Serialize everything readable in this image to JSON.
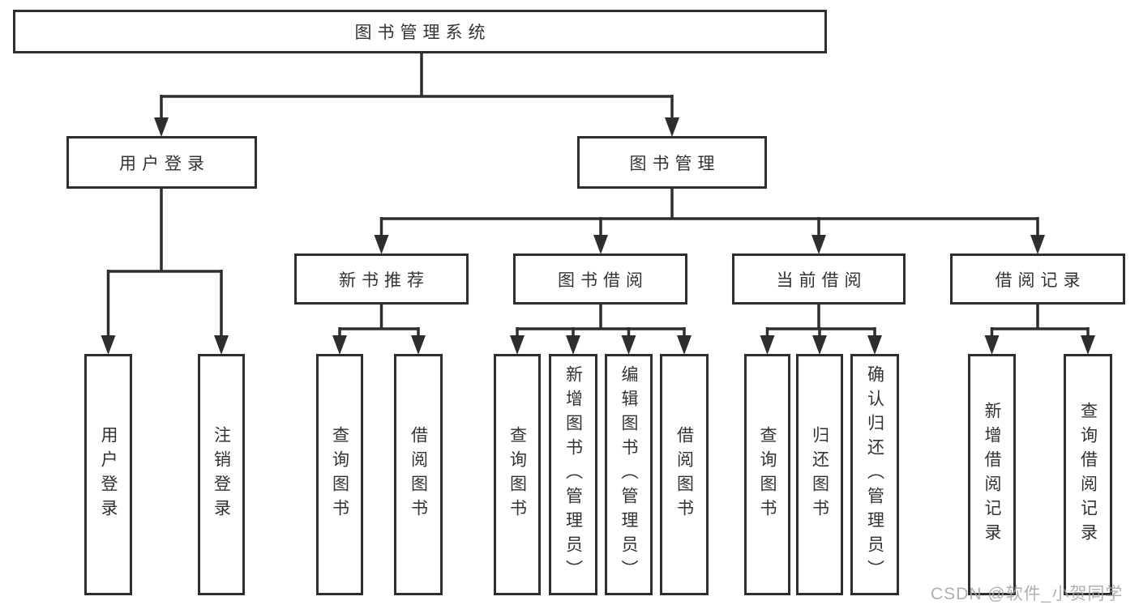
{
  "diagram": {
    "root": {
      "label": "图书管理系统"
    },
    "branches": [
      {
        "label": "用户登录",
        "children": [
          {
            "label": "用户登录"
          },
          {
            "label": "注销登录"
          }
        ]
      },
      {
        "label": "图书管理",
        "children": [
          {
            "label": "新书推荐",
            "children": [
              {
                "label": "查询图书"
              },
              {
                "label": "借阅图书"
              }
            ]
          },
          {
            "label": "图书借阅",
            "children": [
              {
                "label": "查询图书"
              },
              {
                "label": "新增图书（管理员）"
              },
              {
                "label": "编辑图书（管理员）"
              },
              {
                "label": "借阅图书"
              }
            ]
          },
          {
            "label": "当前借阅",
            "children": [
              {
                "label": "查询图书"
              },
              {
                "label": "归还图书"
              },
              {
                "label": "确认归还（管理员）"
              }
            ]
          },
          {
            "label": "借阅记录",
            "children": [
              {
                "label": "新增借阅记录"
              },
              {
                "label": "查询借阅记录"
              }
            ]
          }
        ]
      }
    ]
  },
  "watermark": {
    "text": "CSDN @软件_小贺同学"
  },
  "colors": {
    "background": "#ffffff",
    "line": "#2e2e2e",
    "box_border": "#2e2e2e",
    "text": "#333333",
    "watermark": "#a6a6a6"
  }
}
